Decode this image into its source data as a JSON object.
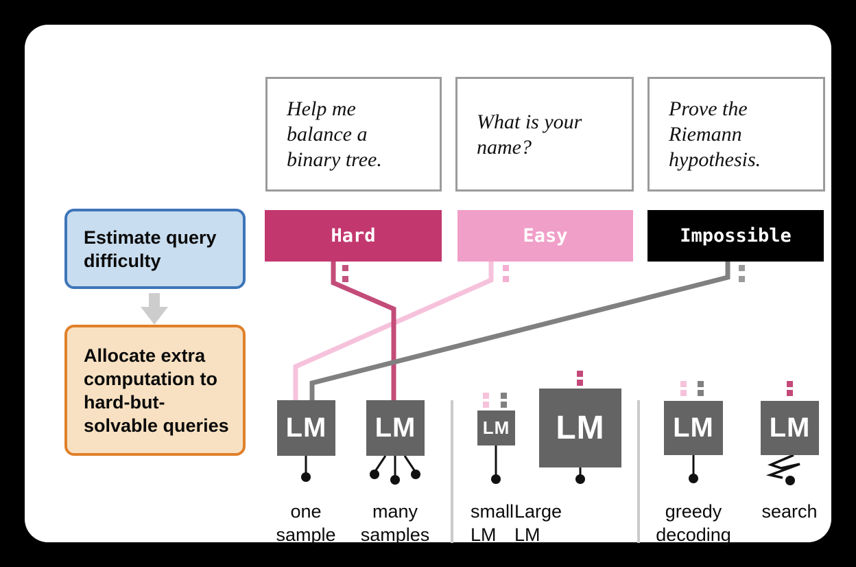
{
  "left_panel": {
    "estimate_label": "Estimate query difficulty",
    "allocate_label": "Allocate extra computation to hard-but-solvable queries"
  },
  "queries": [
    {
      "text": "Help me balance a binary tree."
    },
    {
      "text": "What is your name?"
    },
    {
      "text": "Prove the Riemann hypothesis."
    }
  ],
  "difficulties": [
    {
      "label": "Hard",
      "color": "#C2386E"
    },
    {
      "label": "Easy",
      "color": "#F09FC8"
    },
    {
      "label": "Impossible",
      "color": "#000000"
    }
  ],
  "lm_units": [
    {
      "box_label": "LM",
      "caption": [
        "one",
        "sample"
      ]
    },
    {
      "box_label": "LM",
      "caption": [
        "many",
        "samples"
      ]
    },
    {
      "box_label": "LM",
      "caption": [
        "small",
        "LM"
      ]
    },
    {
      "box_label": "LM",
      "caption": [
        "Large",
        "LM"
      ]
    },
    {
      "box_label": "LM",
      "caption": [
        "greedy",
        "decoding"
      ]
    },
    {
      "box_label": "LM",
      "caption": [
        "search"
      ]
    }
  ],
  "colors": {
    "hard_bar": "#C2386E",
    "hard_line": "#C34C79",
    "easy_bar": "#F09FC8",
    "easy_line": "#F6C2DB",
    "impossible_bar": "#000000",
    "impossible_line": "#808080",
    "lm_box": "#646464",
    "divider": "#CBCBCB",
    "blue_box_fill": "#C8DDEF",
    "blue_box_border": "#3E75B9",
    "orange_box_fill": "#F8E1C2",
    "orange_box_border": "#E0802B",
    "arrow": "#CDCDCD"
  }
}
